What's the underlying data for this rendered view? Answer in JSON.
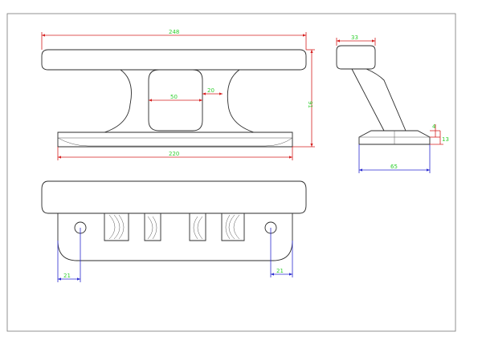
{
  "dimensions": {
    "total_length": "248",
    "base_length": "220",
    "slot_width": "50",
    "horn_gap": "20",
    "height": "91",
    "top_width": "33",
    "base_depth": "65",
    "base_thickness_1": "4",
    "base_thickness_2": "13",
    "hole_offset_left": "21",
    "hole_offset_right": "21"
  },
  "colors": {
    "outline": "#2b2b2b",
    "dimension_red": "#d51f1f",
    "dimension_blue": "#2a2ad0",
    "dimension_text": "#2fcf2f"
  }
}
